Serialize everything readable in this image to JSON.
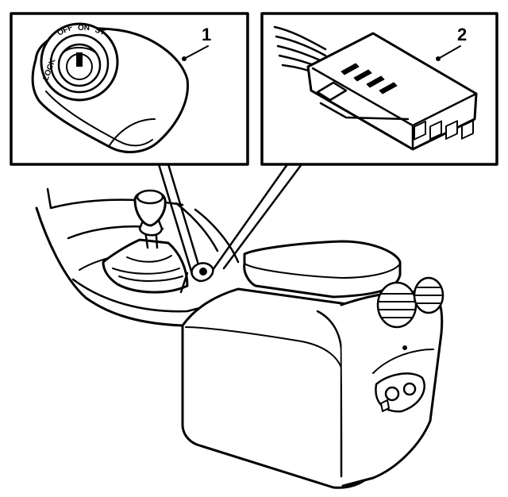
{
  "callouts": [
    {
      "number": "1"
    },
    {
      "number": "2"
    }
  ],
  "ignition_switch": {
    "positions": [
      "LOCK",
      "OFF",
      "ON",
      "ST"
    ]
  },
  "colors": {
    "line": "#000000",
    "background": "#ffffff"
  }
}
